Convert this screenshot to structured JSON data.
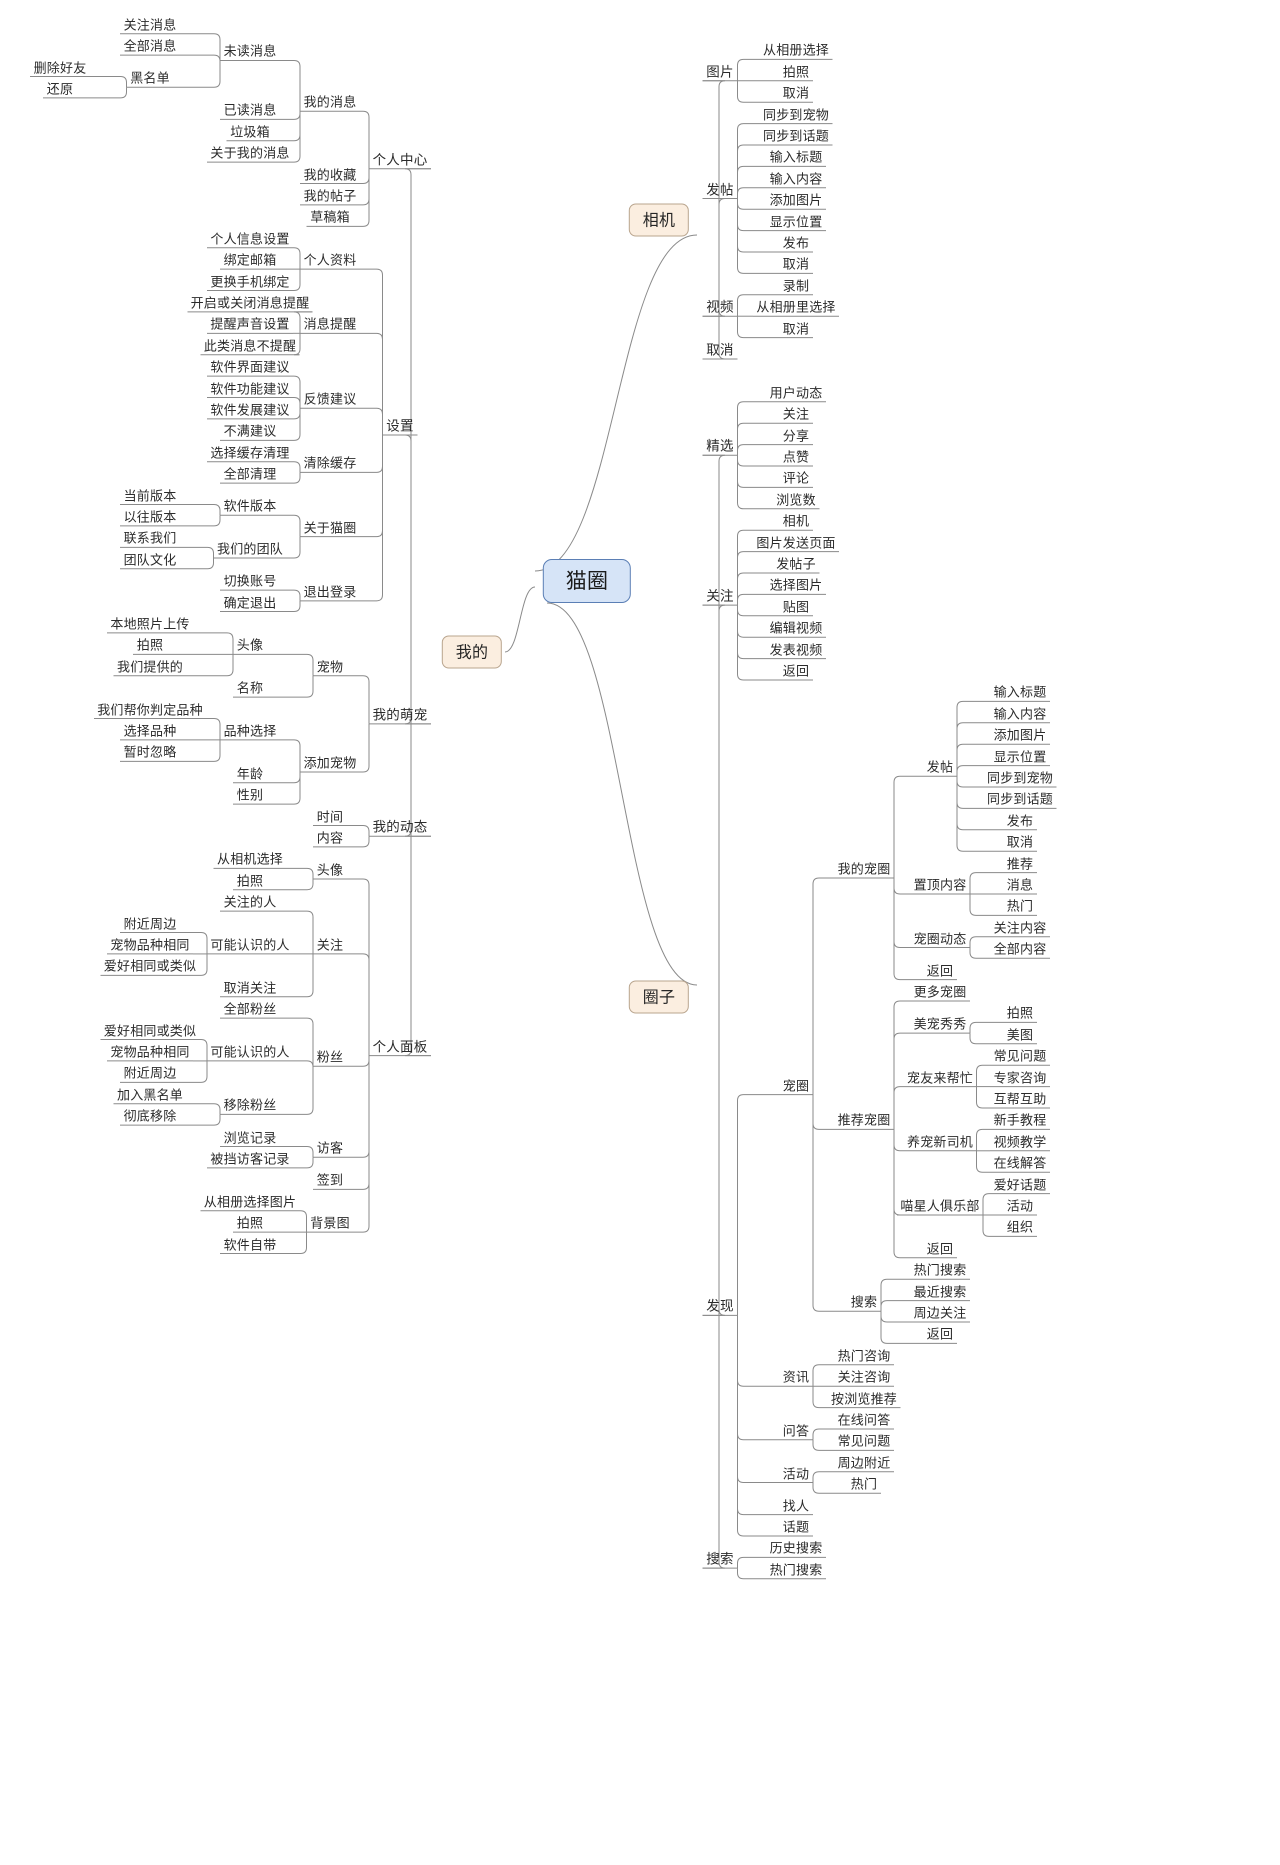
{
  "title": "猫圈",
  "diagram": {
    "type": "mindmap",
    "root": "猫圈",
    "colors": {
      "root_fill": "#d6e4f7",
      "root_stroke": "#5b7fb5",
      "branch_fill": "#fbeee0",
      "branch_stroke": "#b9a58e",
      "line": "#8a8a8a",
      "text": "#2b2b2b",
      "background": "#ffffff"
    },
    "branches": [
      {
        "label": "相机",
        "side": "right",
        "children": [
          {
            "label": "图片",
            "children": [
              {
                "label": "从相册选择"
              },
              {
                "label": "拍照"
              },
              {
                "label": "取消"
              }
            ]
          },
          {
            "label": "发帖",
            "children": [
              {
                "label": "同步到宠物"
              },
              {
                "label": "同步到话题"
              },
              {
                "label": "输入标题"
              },
              {
                "label": "输入内容"
              },
              {
                "label": "添加图片"
              },
              {
                "label": "显示位置"
              },
              {
                "label": "发布"
              },
              {
                "label": "取消"
              }
            ]
          },
          {
            "label": "视频",
            "children": [
              {
                "label": "录制"
              },
              {
                "label": "从相册里选择"
              },
              {
                "label": "取消"
              }
            ]
          },
          {
            "label": "取消"
          }
        ]
      },
      {
        "label": "我的",
        "side": "left",
        "children": [
          {
            "label": "个人中心",
            "children": [
              {
                "label": "我的消息",
                "children": [
                  {
                    "label": "未读消息",
                    "children": [
                      {
                        "label": "关注消息"
                      },
                      {
                        "label": "全部消息"
                      },
                      {
                        "label": "黑名单",
                        "children": [
                          {
                            "label": "删除好友"
                          },
                          {
                            "label": "还原"
                          }
                        ]
                      }
                    ]
                  },
                  {
                    "label": "已读消息"
                  },
                  {
                    "label": "垃圾箱"
                  },
                  {
                    "label": "关于我的消息"
                  }
                ]
              },
              {
                "label": "我的收藏"
              },
              {
                "label": "我的帖子"
              },
              {
                "label": "草稿箱"
              }
            ]
          },
          {
            "label": "设置",
            "children": [
              {
                "label": "个人资料",
                "children": [
                  {
                    "label": "个人信息设置"
                  },
                  {
                    "label": "绑定邮箱"
                  },
                  {
                    "label": "更换手机绑定"
                  }
                ]
              },
              {
                "label": "消息提醒",
                "children": [
                  {
                    "label": "开启或关闭消息提醒"
                  },
                  {
                    "label": "提醒声音设置"
                  },
                  {
                    "label": "此类消息不提醒"
                  }
                ]
              },
              {
                "label": "反馈建议",
                "children": [
                  {
                    "label": "软件界面建议"
                  },
                  {
                    "label": "软件功能建议"
                  },
                  {
                    "label": "软件发展建议"
                  },
                  {
                    "label": "不满建议"
                  }
                ]
              },
              {
                "label": "清除缓存",
                "children": [
                  {
                    "label": "选择缓存清理"
                  },
                  {
                    "label": "全部清理"
                  }
                ]
              },
              {
                "label": "关于猫圈",
                "children": [
                  {
                    "label": "软件版本",
                    "children": [
                      {
                        "label": "当前版本"
                      },
                      {
                        "label": "以往版本"
                      }
                    ]
                  },
                  {
                    "label": "我们的团队",
                    "children": [
                      {
                        "label": "联系我们"
                      },
                      {
                        "label": "团队文化"
                      }
                    ]
                  }
                ]
              },
              {
                "label": "退出登录",
                "children": [
                  {
                    "label": "切换账号"
                  },
                  {
                    "label": "确定退出"
                  }
                ]
              }
            ]
          },
          {
            "label": "我的萌宠",
            "children": [
              {
                "label": "宠物",
                "children": [
                  {
                    "label": "头像",
                    "children": [
                      {
                        "label": "本地照片上传"
                      },
                      {
                        "label": "拍照"
                      },
                      {
                        "label": "我们提供的"
                      }
                    ]
                  },
                  {
                    "label": "名称"
                  }
                ]
              },
              {
                "label": "添加宠物",
                "children": [
                  {
                    "label": "品种选择",
                    "children": [
                      {
                        "label": "我们帮你判定品种"
                      },
                      {
                        "label": "选择品种"
                      },
                      {
                        "label": "暂时忽略"
                      }
                    ]
                  },
                  {
                    "label": "年龄"
                  },
                  {
                    "label": "性别"
                  }
                ]
              }
            ]
          },
          {
            "label": "我的动态",
            "children": [
              {
                "label": "时间"
              },
              {
                "label": "内容"
              }
            ]
          },
          {
            "label": "个人面板",
            "children": [
              {
                "label": "头像",
                "children": [
                  {
                    "label": "从相机选择"
                  },
                  {
                    "label": "拍照"
                  }
                ]
              },
              {
                "label": "关注",
                "children": [
                  {
                    "label": "关注的人"
                  },
                  {
                    "label": "可能认识的人",
                    "children": [
                      {
                        "label": "附近周边"
                      },
                      {
                        "label": "宠物品种相同"
                      },
                      {
                        "label": "爱好相同或类似"
                      }
                    ]
                  },
                  {
                    "label": "取消关注"
                  }
                ]
              },
              {
                "label": "粉丝",
                "children": [
                  {
                    "label": "全部粉丝"
                  },
                  {
                    "label": "可能认识的人",
                    "children": [
                      {
                        "label": "爱好相同或类似"
                      },
                      {
                        "label": "宠物品种相同"
                      },
                      {
                        "label": "附近周边"
                      }
                    ]
                  },
                  {
                    "label": "移除粉丝",
                    "children": [
                      {
                        "label": "加入黑名单"
                      },
                      {
                        "label": "彻底移除"
                      }
                    ]
                  }
                ]
              },
              {
                "label": "访客",
                "children": [
                  {
                    "label": "浏览记录"
                  },
                  {
                    "label": "被挡访客记录"
                  }
                ]
              },
              {
                "label": "签到"
              },
              {
                "label": "背景图",
                "children": [
                  {
                    "label": "从相册选择图片"
                  },
                  {
                    "label": "拍照"
                  },
                  {
                    "label": "软件自带"
                  }
                ]
              }
            ]
          }
        ]
      },
      {
        "label": "圈子",
        "side": "right",
        "children": [
          {
            "label": "精选",
            "children": [
              {
                "label": "用户动态"
              },
              {
                "label": "关注"
              },
              {
                "label": "分享"
              },
              {
                "label": "点赞"
              },
              {
                "label": "评论"
              },
              {
                "label": "浏览数"
              }
            ]
          },
          {
            "label": "关注",
            "children": [
              {
                "label": "相机"
              },
              {
                "label": "图片发送页面"
              },
              {
                "label": "发帖子"
              },
              {
                "label": "选择图片"
              },
              {
                "label": "贴图"
              },
              {
                "label": "编辑视频"
              },
              {
                "label": "发表视频"
              },
              {
                "label": "返回"
              }
            ]
          },
          {
            "label": "发现",
            "children": [
              {
                "label": "宠圈",
                "children": [
                  {
                    "label": "我的宠圈",
                    "children": [
                      {
                        "label": "发帖",
                        "children": [
                          {
                            "label": "输入标题"
                          },
                          {
                            "label": "输入内容"
                          },
                          {
                            "label": "添加图片"
                          },
                          {
                            "label": "显示位置"
                          },
                          {
                            "label": "同步到宠物"
                          },
                          {
                            "label": "同步到话题"
                          },
                          {
                            "label": "发布"
                          },
                          {
                            "label": "取消"
                          }
                        ]
                      },
                      {
                        "label": "置顶内容",
                        "children": [
                          {
                            "label": "推荐"
                          },
                          {
                            "label": "消息"
                          },
                          {
                            "label": "热门"
                          }
                        ]
                      },
                      {
                        "label": "宠圈动态",
                        "children": [
                          {
                            "label": "关注内容"
                          },
                          {
                            "label": "全部内容"
                          }
                        ]
                      },
                      {
                        "label": "返回"
                      }
                    ]
                  },
                  {
                    "label": "推荐宠圈",
                    "children": [
                      {
                        "label": "更多宠圈"
                      },
                      {
                        "label": "美宠秀秀",
                        "children": [
                          {
                            "label": "拍照"
                          },
                          {
                            "label": "美图"
                          }
                        ]
                      },
                      {
                        "label": "宠友来帮忙",
                        "children": [
                          {
                            "label": "常见问题"
                          },
                          {
                            "label": "专家咨询"
                          },
                          {
                            "label": "互帮互助"
                          }
                        ]
                      },
                      {
                        "label": "养宠新司机",
                        "children": [
                          {
                            "label": "新手教程"
                          },
                          {
                            "label": "视频教学"
                          },
                          {
                            "label": "在线解答"
                          }
                        ]
                      },
                      {
                        "label": "喵星人俱乐部",
                        "children": [
                          {
                            "label": "爱好话题"
                          },
                          {
                            "label": "活动"
                          },
                          {
                            "label": "组织"
                          }
                        ]
                      },
                      {
                        "label": "返回"
                      }
                    ]
                  },
                  {
                    "label": "搜索",
                    "children": [
                      {
                        "label": "热门搜索"
                      },
                      {
                        "label": "最近搜索"
                      },
                      {
                        "label": "周边关注"
                      },
                      {
                        "label": "返回"
                      }
                    ]
                  }
                ]
              },
              {
                "label": "资讯",
                "children": [
                  {
                    "label": "热门咨询"
                  },
                  {
                    "label": "关注咨询"
                  },
                  {
                    "label": "按浏览推荐"
                  }
                ]
              },
              {
                "label": "问答",
                "children": [
                  {
                    "label": "在线问答"
                  },
                  {
                    "label": "常见问题"
                  }
                ]
              },
              {
                "label": "活动",
                "children": [
                  {
                    "label": "周边附近"
                  },
                  {
                    "label": "热门"
                  }
                ]
              },
              {
                "label": "找人"
              },
              {
                "label": "话题"
              }
            ]
          },
          {
            "label": "搜索",
            "children": [
              {
                "label": "历史搜索"
              },
              {
                "label": "热门搜索"
              }
            ]
          }
        ]
      }
    ]
  }
}
